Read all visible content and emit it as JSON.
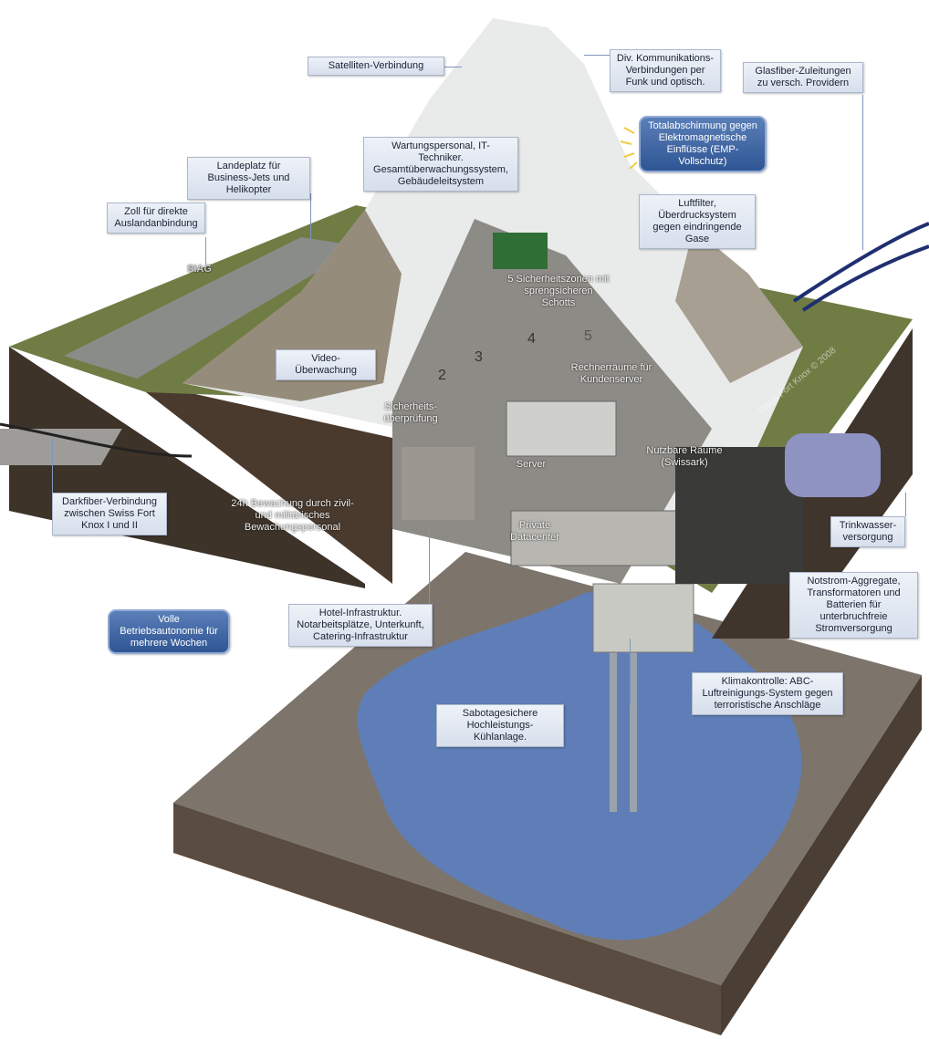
{
  "labels": {
    "satellite": "Satelliten-Verbindung",
    "communication": "Div. Kommunikations-Verbindungen per Funk und optisch.",
    "fiber": "Glasfiber-Zuleitungen zu versch. Providern",
    "emp": "Totalabschirmung gegen Elektromagnetische Einflüsse (EMP-Vollschutz)",
    "maintenance": "Wartungspersonal, IT-Techniker. Gesamtüberwachungssystem, Gebäudeleitsystem",
    "landing": "Landeplatz für Business-Jets und Helikopter",
    "customs": "Zoll für direkte Auslandanbindung",
    "airfilter": "Luftfilter, Überdrucksystem gegen eindringende Gase",
    "zones": "5 Sicherheitszonen mit sprengsicheren Schotts",
    "video": "Video-Überwachung",
    "computer_rooms": "Rechnerräume für Kundenserver",
    "security_check": "Sicherheits-überprüfung",
    "server": "Server",
    "usable_rooms": "Nutzbare Räume (Swissark)",
    "darkfiber": "Darkfiber-Verbindung zwischen Swiss Fort Knox I und II",
    "guard": "24h Bewachung durch zivil- und militärisches Bewachungspersonal",
    "private_dc": "Private Datacenter",
    "water": "Trinkwasser-versorgung",
    "power": "Notstrom-Aggregate, Transformatoren und Batterien für unterbruchfreie Stromversorgung",
    "autonomy": "Volle Betriebsautonomie für mehrere Wochen",
    "hotel": "Hotel-Infrastruktur. Notarbeitsplätze, Unterkunft, Catering-Infrastruktur",
    "climate": "Klimakontrolle: ABC-Luftreinigungs-System gegen terroristische Anschläge",
    "cooling": "Sabotagesichere Hochleistungs-Kühlanlage."
  },
  "signage": {
    "building_sign": "SIAG",
    "watermark": "Swiss Fort Knox © 2008"
  },
  "zone_numbers": [
    "2",
    "3",
    "4",
    "5"
  ],
  "colors": {
    "label_bg": "#dfe6f0",
    "label_blue": "#3a609e",
    "water": "#5c7fc0",
    "grass": "#6f7d45",
    "earth": "#4a3a2e"
  }
}
